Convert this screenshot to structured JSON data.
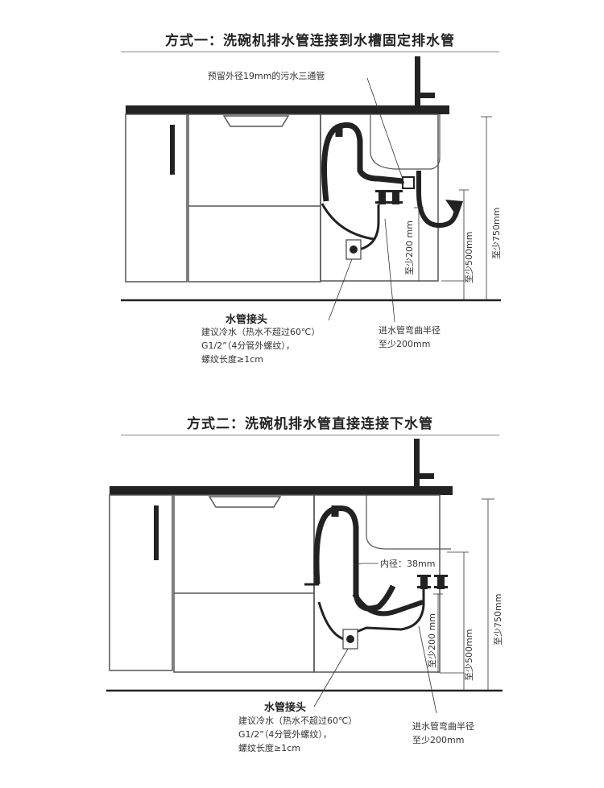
{
  "method1": {
    "title": "方式一：洗碗机排水管连接到水槽固定排水管",
    "callout_tee": "预留外径19mm的污水三通管",
    "dim_bend_200": "至少200 mm",
    "dim_500": "至少500mm",
    "dim_750": "至少750mm",
    "connector_title": "水管接头",
    "connector_notes": [
      "建议冷水（热水不超过60℃）",
      "G1/2”（4分管外螺纹），",
      "螺纹长度≥1cm"
    ],
    "inlet_note": [
      "进水管弯曲半径",
      "至少200mm"
    ]
  },
  "method2": {
    "title": "方式二：洗碗机排水管直接连接下水管",
    "inner_diameter": "内径：38mm",
    "dim_bend_200": "至少200 mm",
    "dim_500": "至少500mm",
    "dim_750": "至少750mm",
    "connector_title": "水管接头",
    "connector_notes": [
      "建议冷水（热水不超过60℃）",
      "G1/2”（4分管外螺纹），",
      "螺纹长度≥1cm"
    ],
    "inlet_note": [
      "进水管弯曲半径",
      "至少200mm"
    ]
  }
}
